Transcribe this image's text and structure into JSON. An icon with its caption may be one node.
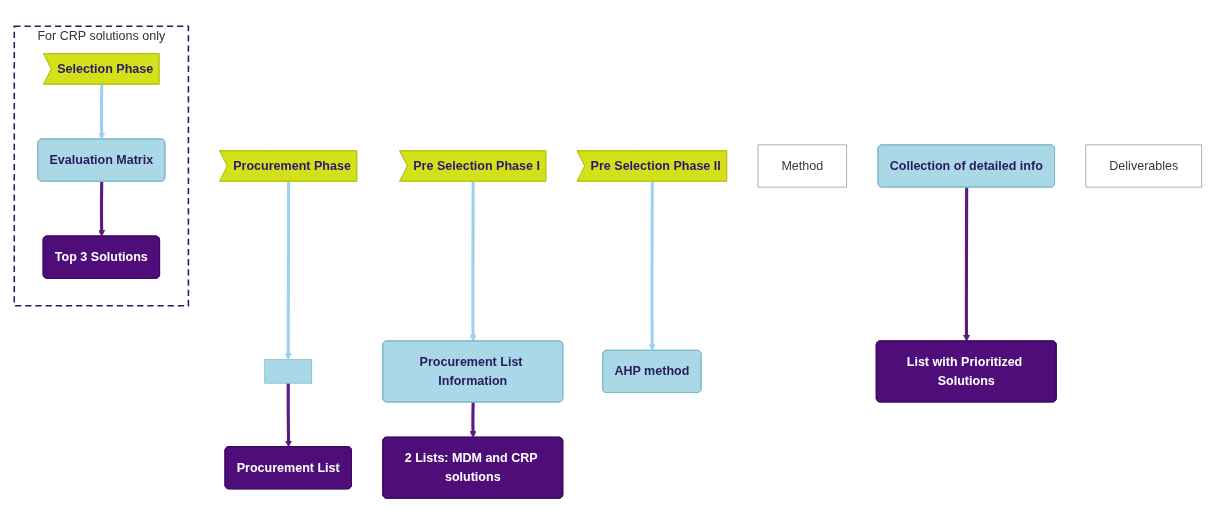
{
  "diagram": {
    "nodes": [
      {
        "text": [
          "Procurement Phase"
        ]
      },
      {
        "text": [
          "Pre Selection Phase I"
        ]
      },
      {
        "text": [
          "Pre Selection Phase II"
        ]
      },
      {
        "text": [
          "For CRP solutions only"
        ]
      },
      {
        "text": [
          "Selection Phase"
        ],
        "in": 3
      },
      {
        "text": [
          "Method"
        ]
      },
      {
        "text": [],
        "shape": "box"
      },
      {
        "text": [
          "Procurement List Information"
        ]
      },
      {
        "text": [
          "AHP method"
        ]
      },
      {
        "text": [
          "Collection of detailed info"
        ]
      },
      {
        "text": [
          "Evaluation Matrix"
        ],
        "in": 3
      },
      {
        "text": [
          "Deliverables"
        ]
      },
      {
        "text": [
          "Procurement List"
        ]
      },
      {
        "text": [
          "2 Lists: MDM and CRP solutions"
        ]
      },
      {
        "text": [
          "List with Prioritized Solutions"
        ]
      },
      {
        "text": [
          "Top 3 Solutions"
        ],
        "in": 3
      }
    ],
    "edges": [
      {
        "from": 0,
        "to": 6,
        "arrow": "to",
        "color": "#9fd0f0"
      },
      {
        "from": 1,
        "to": 7,
        "arrow": "to",
        "color": "#9fd0f0"
      },
      {
        "from": 2,
        "to": 8,
        "arrow": "to",
        "color": "#9fd0f0"
      },
      {
        "from": 4,
        "to": 10,
        "arrow": "to",
        "color": "#9fd0f0"
      },
      {
        "from": 6,
        "to": 12,
        "arrow": "to",
        "color": "#5b1a80"
      },
      {
        "from": 7,
        "to": 13,
        "arrow": "to",
        "color": "#5b1a80"
      },
      {
        "from": 9,
        "to": 14,
        "arrow": "to",
        "color": "#5b1a80"
      },
      {
        "from": 10,
        "to": 15,
        "arrow": "to",
        "color": "#5b1a80"
      }
    ]
  }
}
